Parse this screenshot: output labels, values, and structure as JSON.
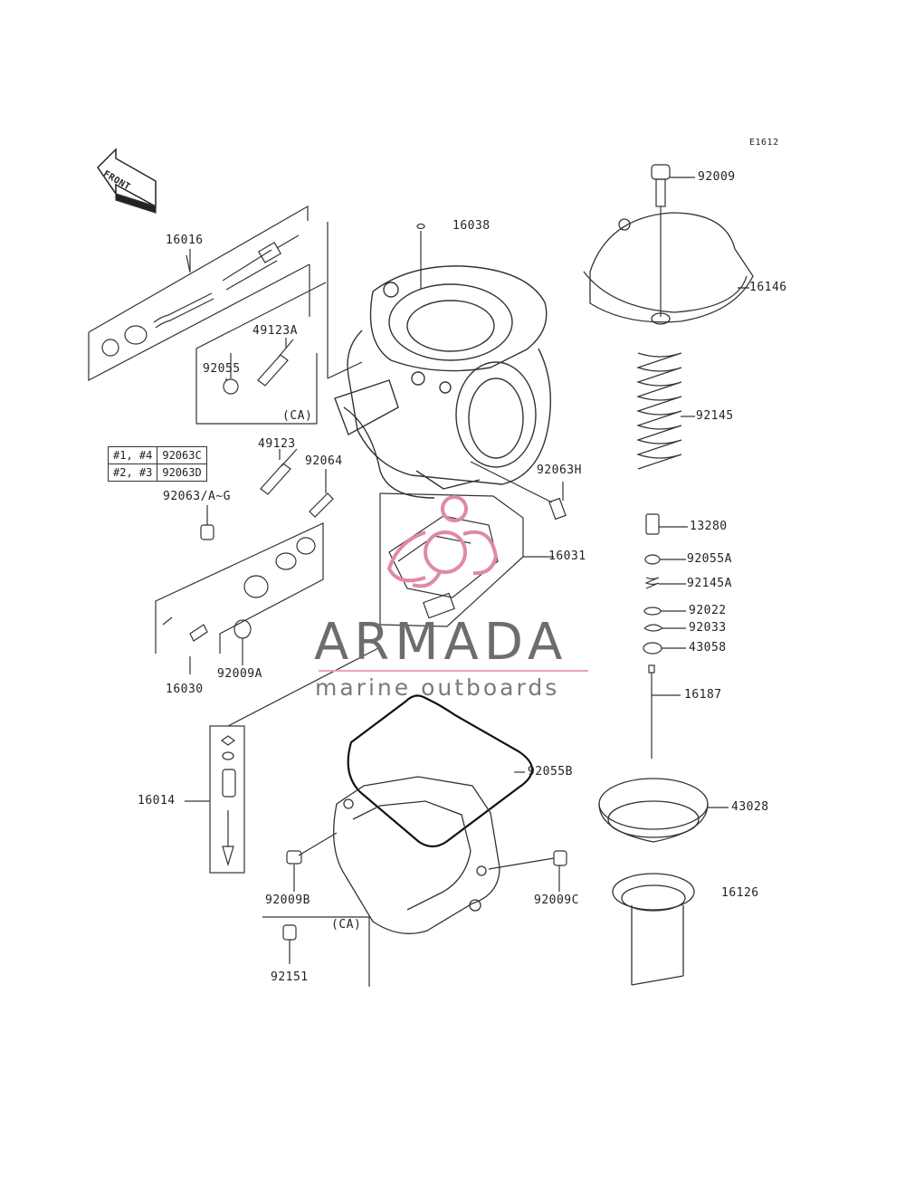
{
  "diagram_code": "E1612",
  "front_label": "FRONT",
  "watermark": {
    "brand": "ARMADA",
    "tagline": "marine outboards",
    "accent_color": "#e08aa4"
  },
  "legend": {
    "rows": [
      {
        "position": "#1, #4",
        "part": "92063C"
      },
      {
        "position": "#2, #3",
        "part": "92063D"
      }
    ]
  },
  "ca_notes": [
    "(CA)",
    "(CA)"
  ],
  "parts": {
    "p16016": "16016",
    "p16038": "16038",
    "p92009": "92009",
    "p16146": "16146",
    "p49123A": "49123A",
    "p92055": "92055",
    "p92145": "92145",
    "p49123": "49123",
    "p92064": "92064",
    "p92063H": "92063H",
    "p92063AG": "92063/A~G",
    "p13280": "13280",
    "p16031": "16031",
    "p92055A": "92055A",
    "p92145A": "92145A",
    "p92022": "92022",
    "p92033": "92033",
    "p43058": "43058",
    "p16030": "16030",
    "p92009A": "92009A",
    "p16187": "16187",
    "p92055B": "92055B",
    "p16014": "16014",
    "p43028": "43028",
    "p92009B": "92009B",
    "p92009C": "92009C",
    "p16126": "16126",
    "p92151": "92151"
  }
}
